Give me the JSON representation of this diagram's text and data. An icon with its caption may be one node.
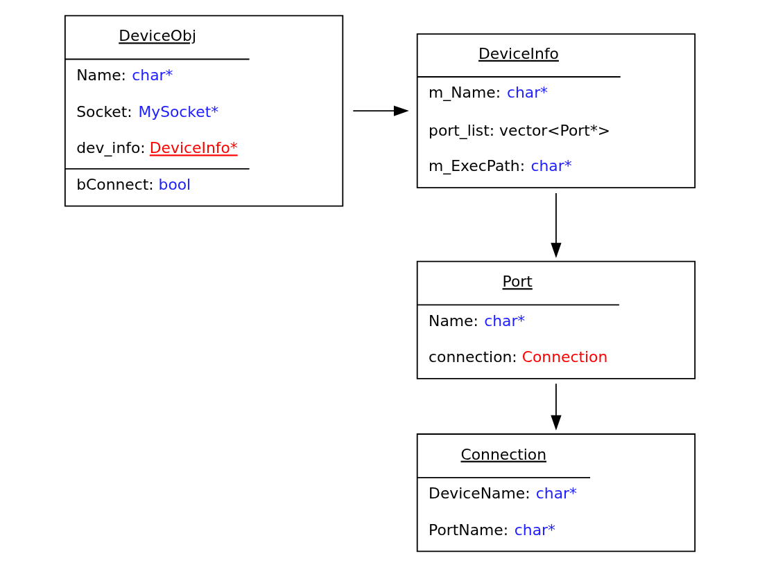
{
  "diagram": {
    "nodes": [
      {
        "text": [
          "DeviceObj",
          "Name: char*",
          "Socket: MySocket*",
          "dev_info: DeviceInfo*",
          "bConnect: bool"
        ]
      },
      {
        "text": [
          "DeviceInfo",
          "m_Name: char*",
          "port_list: vector<Port*>",
          "m_ExecPath: char*"
        ]
      },
      {
        "text": [
          "Port",
          "Name: char*",
          "connection: Connection"
        ]
      },
      {
        "text": [
          "Connection",
          "DeviceName: char*",
          "PortName: char*"
        ]
      }
    ],
    "edges": [
      {
        "from": 0,
        "to": 1,
        "arrow": "to"
      },
      {
        "from": 1,
        "to": 2,
        "arrow": "to"
      },
      {
        "from": 2,
        "to": 3,
        "arrow": "to"
      }
    ]
  }
}
